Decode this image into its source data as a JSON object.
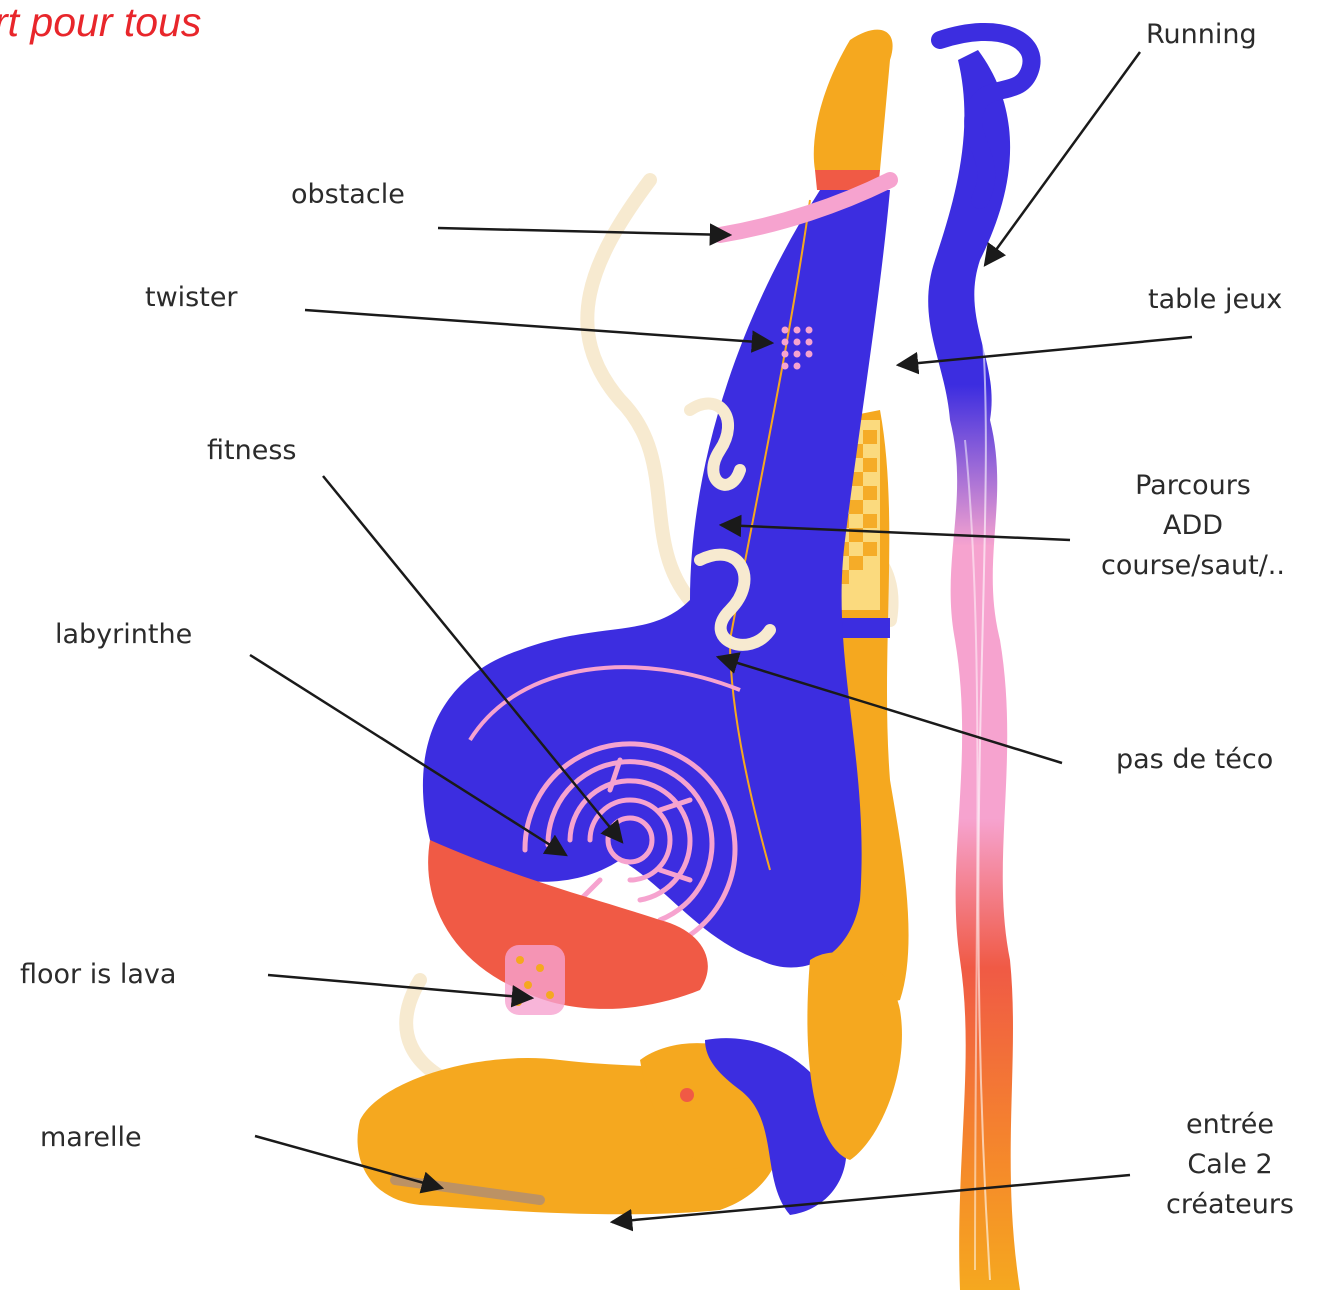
{
  "header": {
    "title": "rt pour tous"
  },
  "colors": {
    "blue": "#3c2de0",
    "orange": "#f5a81f",
    "coral": "#f05a45",
    "pink": "#f6a3cf",
    "cream": "#f7ead0",
    "title_red": "#e8262b",
    "arrow": "#1a1a1a"
  },
  "labels": {
    "running": "Running",
    "obstacle": "obstacle",
    "twister": "twister",
    "table_jeux": "table jeux",
    "fitness": "fitness",
    "parcours": [
      "Parcours",
      "ADD",
      "course/saut/.."
    ],
    "labyrinthe": "labyrinthe",
    "pas_de_teco": "pas de téco",
    "floor_is_lava": "floor is lava",
    "marelle": "marelle",
    "entree": [
      "entrée",
      "Cale 2",
      "créateurs"
    ]
  }
}
